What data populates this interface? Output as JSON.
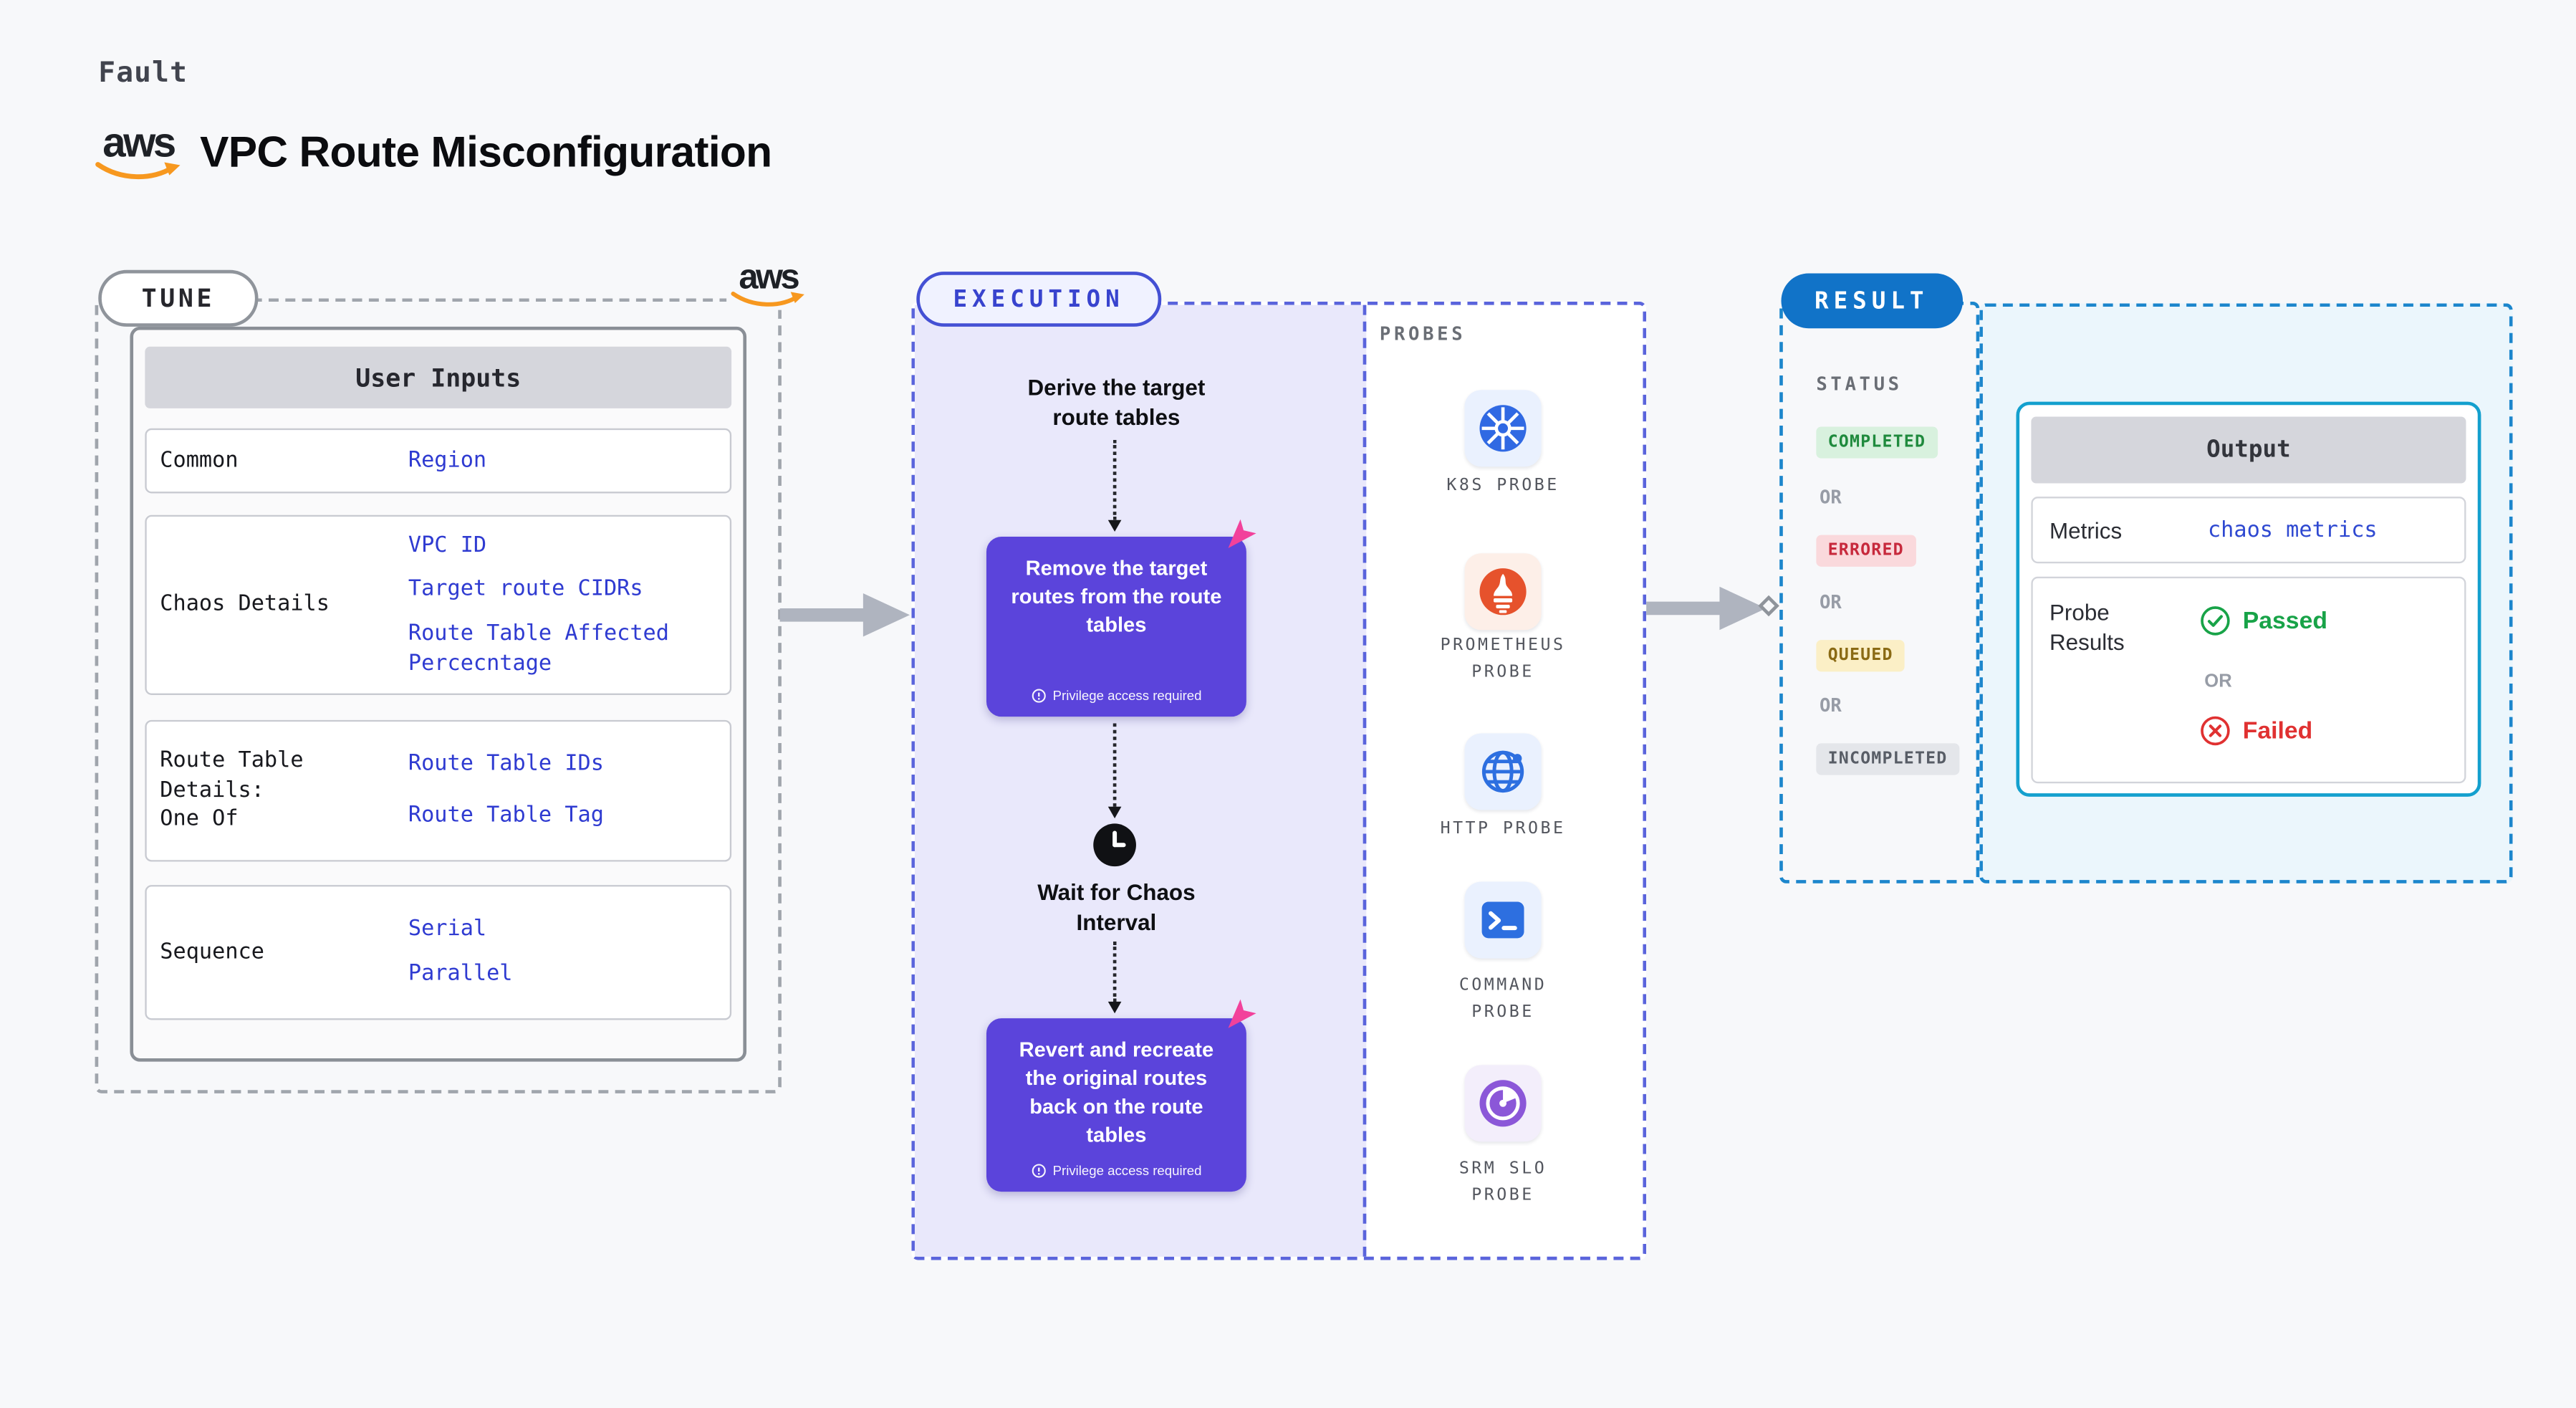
{
  "header": {
    "kicker": "Fault",
    "aws_wordmark": "aws",
    "title": "VPC Route Misconfiguration"
  },
  "tune": {
    "label": "TUNE",
    "aws_wordmark": "aws",
    "table_title": "User Inputs",
    "rows": [
      {
        "label": "Common",
        "values": [
          "Region"
        ]
      },
      {
        "label": "Chaos Details",
        "values": [
          "VPC ID",
          "Target route CIDRs",
          "Route Table Affected Percecntage"
        ]
      },
      {
        "label": "Route Table\nDetails:\nOne Of",
        "values": [
          "Route Table IDs",
          "Route Table Tag"
        ]
      },
      {
        "label": "Sequence",
        "values": [
          "Serial",
          "Parallel"
        ]
      }
    ]
  },
  "execution": {
    "label": "EXECUTION",
    "derive_step": "Derive the target\nroute tables",
    "action1": {
      "text": "Remove the target routes from the route tables",
      "badge": "Privilege access required"
    },
    "wait_step": "Wait for Chaos\nInterval",
    "action2": {
      "text": "Revert and recreate the original routes back on the route tables",
      "badge": "Privilege access required"
    },
    "probes": {
      "title": "PROBES",
      "items": [
        {
          "name": "K8S PROBE",
          "icon": "kubernetes-icon"
        },
        {
          "name": "PROMETHEUS PROBE",
          "icon": "prometheus-icon"
        },
        {
          "name": "HTTP PROBE",
          "icon": "globe-icon"
        },
        {
          "name": "COMMAND PROBE",
          "icon": "terminal-icon"
        },
        {
          "name": "SRM SLO PROBE",
          "icon": "slo-gauge-icon"
        }
      ]
    }
  },
  "result": {
    "label": "RESULT",
    "status_title": "STATUS",
    "or": "OR",
    "statuses": [
      {
        "label": "COMPLETED",
        "color": "#1F8A3D"
      },
      {
        "label": "ERRORED",
        "color": "#C7293C"
      },
      {
        "label": "QUEUED",
        "color": "#8A6A14"
      },
      {
        "label": "INCOMPLETED",
        "color": "#585D66"
      }
    ],
    "output": {
      "title": "Output",
      "metrics_label": "Metrics",
      "metrics_value": "chaos metrics",
      "probe_results_label": "Probe Results",
      "passed": "Passed",
      "or": "OR",
      "failed": "Failed"
    }
  },
  "colors": {
    "accent_purple": "#5B44DB",
    "execution_bg": "#E9E8FB",
    "execution_dashed": "#5A64DC",
    "result_pill_blue": "#1173C8",
    "result_dashed": "#1C86CC",
    "output_border": "#14A0CE",
    "link_blue": "#2F3BD1",
    "passed_green": "#18A348",
    "failed_red": "#E03131",
    "aws_orange": "#F7981F",
    "flag_pink": "#F2419B"
  }
}
